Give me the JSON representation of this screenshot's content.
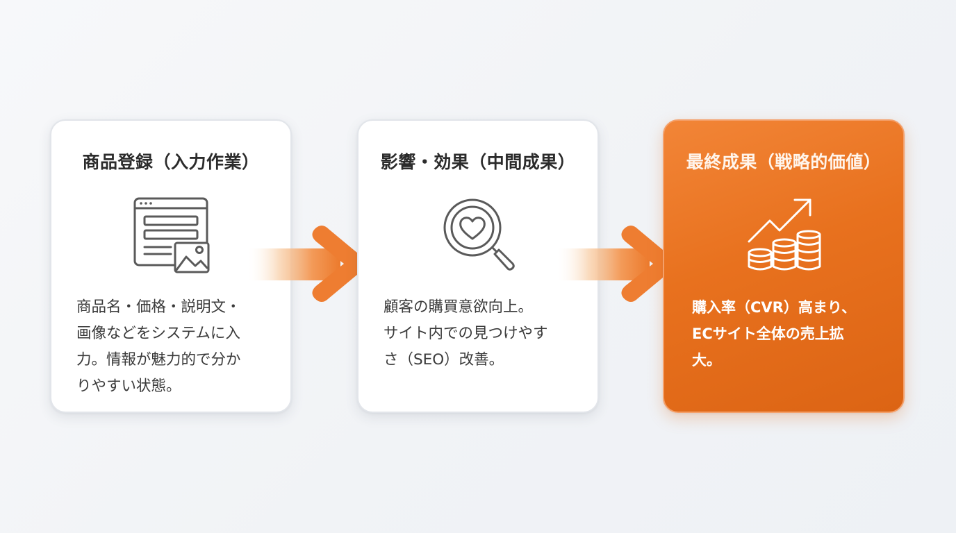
{
  "cards": [
    {
      "title": "商品登録（入力作業）",
      "icon": "web-form-with-image-icon",
      "text": "商品名・価格・説明文・\n画像などをシステムに入\n力。情報が魅力的で分か\nりやすい状態。"
    },
    {
      "title": "影響・効果（中間成果）",
      "icon": "magnifier-heart-icon",
      "text": "顧客の購買意欲向上。\nサイト内での見つけやす\nさ（SEO）改善。"
    },
    {
      "title": "最終成果（戦略的価値）",
      "icon": "rising-coins-arrow-icon",
      "text": "購入率（CVR）高まり、\nECサイト全体の売上拡\n大。"
    }
  ],
  "colors": {
    "accent": "#e8711e",
    "icon_gray": "#5a5a5a",
    "card_border": "#e2e5ea"
  }
}
